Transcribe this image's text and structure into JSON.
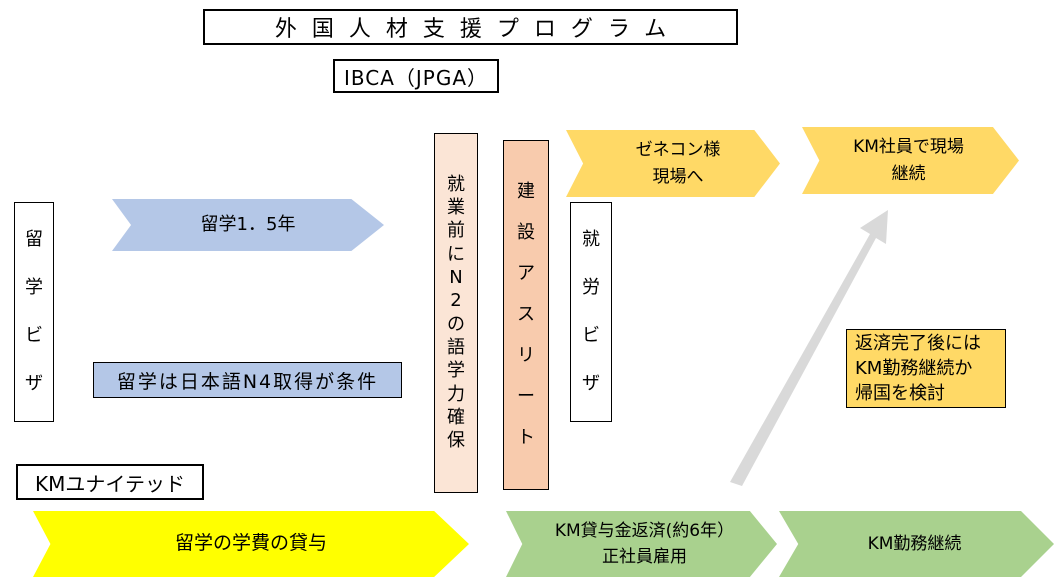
{
  "title": "外国人材支援プログラム",
  "org": "IBCA（JPGA）",
  "company": "KMユナイテッド",
  "colors": {
    "blue": "#b4c7e7",
    "gold": "#ffd966",
    "yellow": "#ffff00",
    "green": "#a9d18e",
    "peach": "#fbe5d6",
    "salmon": "#f8cbad",
    "gray": "#d9d9d9"
  },
  "vertical_labels": {
    "study_visa": [
      "留",
      "学",
      "ビ",
      "ザ"
    ],
    "n2_language": [
      "就",
      "業",
      "前",
      "に",
      "N",
      "2",
      "の",
      "語",
      "学",
      "力",
      "確",
      "保"
    ],
    "construction_athlete": [
      "建",
      "設",
      "ア",
      "ス",
      "リ",
      "ー",
      "ト"
    ],
    "work_visa": [
      "就",
      "労",
      "ビ",
      "ザ"
    ]
  },
  "arrows": {
    "study_period": "留学1．5年",
    "zenecon": [
      "ゼネコン様",
      "現場へ"
    ],
    "km_employee": [
      "KM社員で現場",
      "継続"
    ],
    "tuition_loan": "留学の学費の貸与",
    "repayment": [
      "KM貸与金返済(約6年）",
      "正社員雇用"
    ],
    "km_continue": "KM勤務継続"
  },
  "notes": {
    "n4_condition": "留学は日本語N4取得が条件",
    "after_repayment": [
      "返済完了後には",
      "KM勤務継続か",
      "帰国を検討"
    ]
  }
}
